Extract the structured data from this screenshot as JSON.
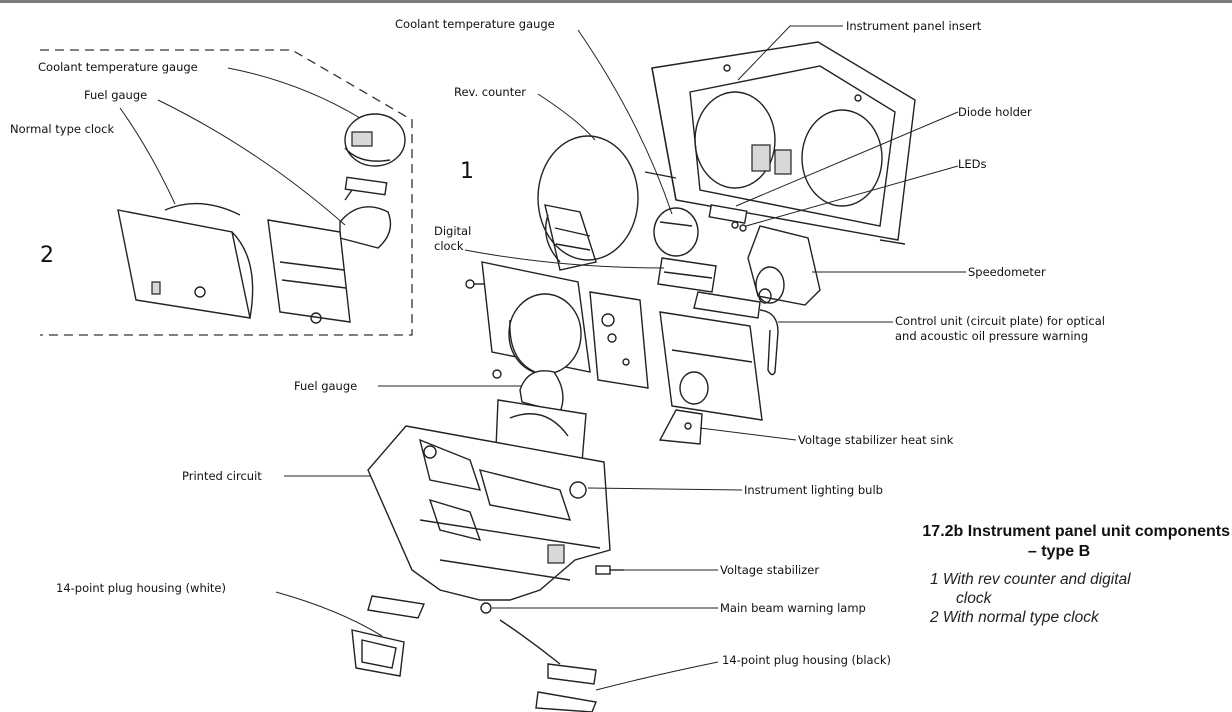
{
  "labels": {
    "coolant_gauge_top": "Coolant temperature gauge",
    "instrument_panel_insert": "Instrument panel insert",
    "coolant_gauge_inset": "Coolant temperature gauge",
    "fuel_gauge_inset": "Fuel gauge",
    "normal_clock": "Normal type clock",
    "rev_counter": "Rev. counter",
    "diode_holder": "Diode holder",
    "leds": "LEDs",
    "digital_clock_1": "Digital",
    "digital_clock_2": "clock",
    "speedometer": "Speedometer",
    "control_unit_1": "Control unit (circuit plate) for optical",
    "control_unit_2": "and acoustic oil pressure warning",
    "fuel_gauge": "Fuel gauge",
    "heat_sink": "Voltage stabilizer heat sink",
    "printed_circuit": "Printed circuit",
    "lighting_bulb": "Instrument lighting bulb",
    "voltage_stabilizer": "Voltage stabilizer",
    "plug_white": "14-point plug housing (white)",
    "main_beam": "Main beam warning lamp",
    "plug_black": "14-point plug housing (black)"
  },
  "numbers": {
    "one": "1",
    "two": "2"
  },
  "caption": {
    "title_line1": "17.2b  Instrument panel unit components",
    "title_line2": "– type B",
    "item1_line1": "1 With rev counter and digital",
    "item1_line2": "clock",
    "item2": "2 With normal type clock"
  }
}
